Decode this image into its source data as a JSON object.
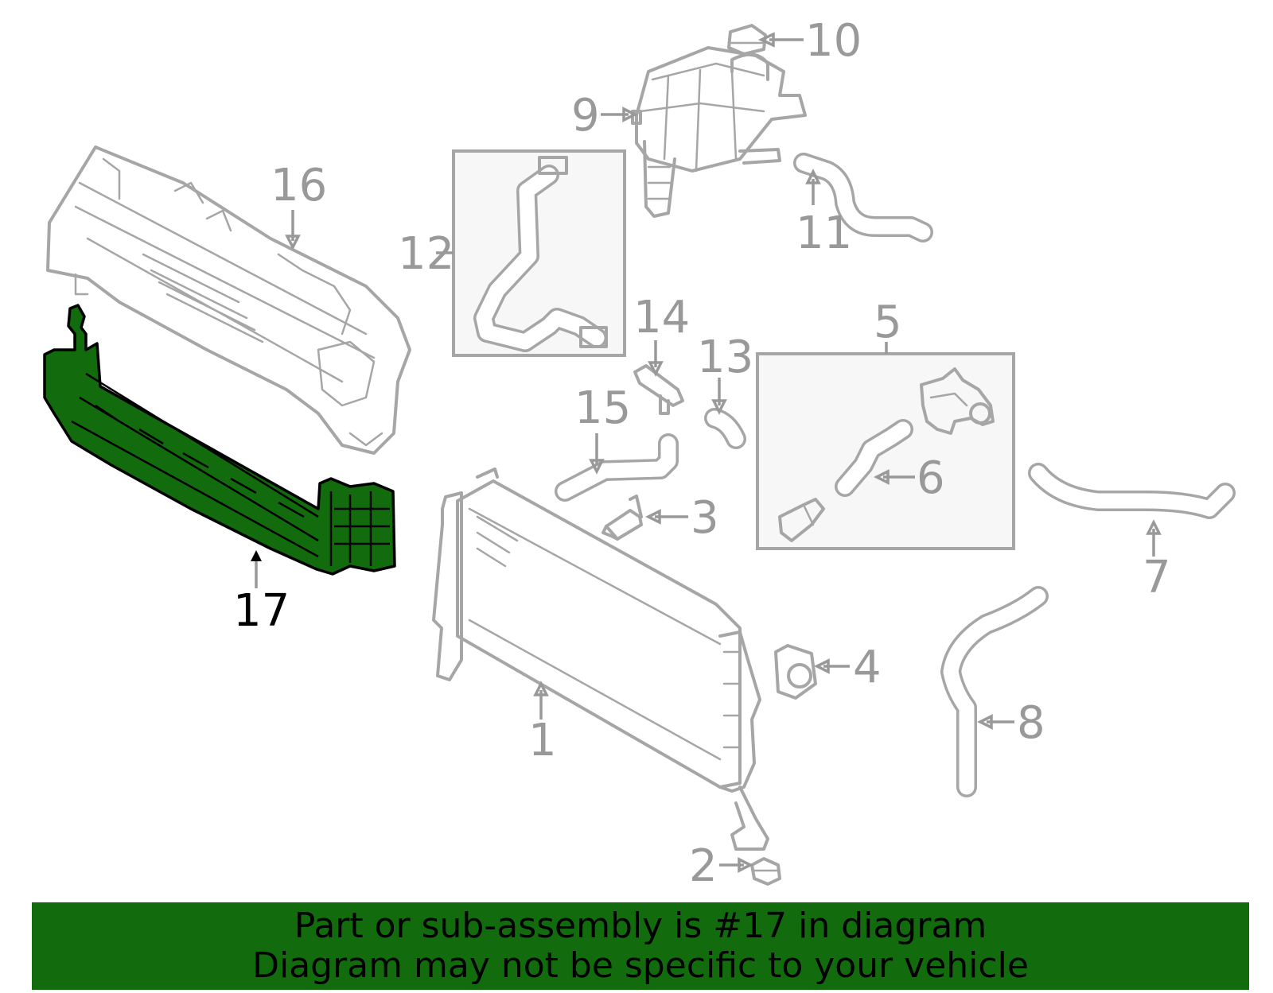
{
  "callouts": {
    "c1": "1",
    "c2": "2",
    "c3": "3",
    "c4": "4",
    "c5": "5",
    "c6": "6",
    "c7": "7",
    "c8": "8",
    "c9": "9",
    "c10": "10",
    "c11": "11",
    "c12": "12",
    "c13": "13",
    "c14": "14",
    "c15": "15",
    "c16": "16",
    "c17": "17"
  },
  "banner": {
    "line1": "Part or sub-assembly is #17 in diagram",
    "line2": "Diagram may not be specific to your vehicle"
  },
  "colors": {
    "highlight": "#126b0d",
    "outline": "#a6a6a6",
    "callout_text": "#999999"
  }
}
